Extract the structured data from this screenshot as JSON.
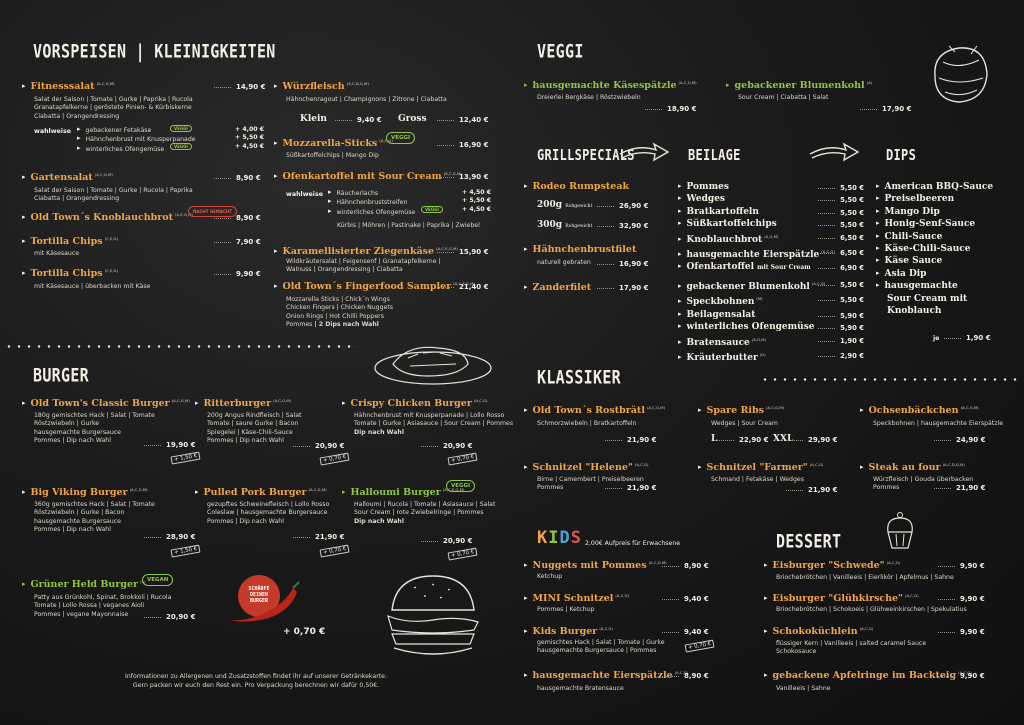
{
  "vorspeisen": {
    "title": "VORSPEISEN | KLEINIGKEITEN",
    "fitness": {
      "name": "Fitnesssalat",
      "al": "(A,C,G,M)",
      "price": "14,90 €",
      "desc1": "Salat der Saison | Tomate | Gurke | Paprika | Rucola",
      "desc2": "Granatapfelkerne | geröstete Pinien- & Kürbiskerne",
      "desc3": "Ciabatta | Orangendressing",
      "wahl": "wahlweise",
      "o1": "gebackener Fetakäse",
      "o1p": "+ 4,00 €",
      "o2": "Hähnchenbrust mit Knusperpanade",
      "o2p": "+ 5,50 €",
      "o3": "winterliches Ofengemüse",
      "o3p": "+ 4,50 €",
      "veggi": "VEGGI"
    },
    "garten": {
      "name": "Gartensalat",
      "al": "(A,C,G,M)",
      "price": "8,90 €",
      "desc1": "Salat der Saison | Tomate | Gurke | Rucola | Paprika",
      "desc2": "Ciabatta | Orangendressing"
    },
    "knob": {
      "name": "Old Town´s Knoblauchbrot",
      "al": "(A,E,G,M)",
      "price": "8,90 €",
      "badge": "NACHT GEMACHT"
    },
    "chips1": {
      "name": "Tortilla Chips",
      "al": "(C,E,G)",
      "price": "7,90 €",
      "desc": "mit Käsesauce"
    },
    "chips2": {
      "name": "Tortilla Chips",
      "al": "(C,E,G)",
      "price": "9,90 €",
      "desc": "mit Käsesauce | überbacken mit Käse"
    },
    "wurz": {
      "name": "Würzfleisch",
      "al": "(A,C,D,G,M)",
      "desc": "Hähnchenragout | Champignons | Zitrone | Ciabatta",
      "klein": "Klein",
      "kp": "9,40 €",
      "gross": "Gross",
      "gp": "12,40 €"
    },
    "mozz": {
      "name": "Mozzarella-Sticks",
      "al": "(A,C,G)",
      "price": "16,90 €",
      "desc": "Süßkartoffelchips | Mango Dip",
      "veggi": "VEGGI"
    },
    "ofen": {
      "name": "Ofenkartoffel mit Sour Cream",
      "al": "(A,C,G,M)",
      "price": "13,90 €",
      "wahl": "wahlweise",
      "o1": "Räucherlachs",
      "o1p": "+ 4,50 €",
      "o2": "Hähnchenbruststreifen",
      "o2p": "+ 5,50 €",
      "o3": "winterliches Ofengemüse",
      "o3p": "+ 4,50 €",
      "desc": "Kürbis | Möhren | Pastinake | Paprika | Zwiebel",
      "veggi": "VEGGI"
    },
    "ziege": {
      "name": "Karamellisierter Ziegenkäse",
      "al": "(A,C,E,G,M)",
      "price": "15,90 €",
      "desc1": "Wildkräutersalat | Feigensenf | Granatapfelkerne |",
      "desc2": "Walnuss | Orangendressing | Ciabatta"
    },
    "finger": {
      "name": "Old Town´s Fingerfood Sampler",
      "al": "(A,C,E,G,M)",
      "price": "21,40 €",
      "desc1": "Mozzarella Sticks | Chick´n Wings",
      "desc2": "Chicken Fingers | Chicken Nuggets",
      "desc3": "Onion Rings | Hot Chilli Poppers",
      "desc4": "Pommes",
      "desc4b": "| 2 Dips nach Wahl"
    }
  },
  "burger": {
    "title": "BURGER",
    "b1": {
      "name": "Old Town's Classic Burger",
      "al": "(A,C,G,M)",
      "d1": "180g gemischtes Hack | Salat | Tomate",
      "d2": "Röstzwiebeln | Gurke",
      "d3": "hausgemachte Burgersauce",
      "d4": "Pommes | Dip nach Wahl",
      "price": "19,90 €",
      "extra": "+ 1,50 €"
    },
    "b2": {
      "name": "Ritterburger",
      "al": "(A,C,G,M)",
      "d1": "200g Angus Rindfleisch | Salat",
      "d2": "Tomate | saure Gurke | Bacon",
      "d3": "Spiegelei | Käse-Chili-Sauce",
      "d4": "Pommes | Dip nach Wahl",
      "price": "20,90 €",
      "extra": "+ 0,70 €"
    },
    "b3": {
      "name": "Crispy Chicken Burger",
      "al": "(A,C,G)",
      "d1": "Hähnchenbrust mit Knusperpanade | Lollo Rosso",
      "d2": "Tomate | Gurke | Asiasauce | Sour Cream | Pommes",
      "d3": "Dip nach Wahl",
      "price": "20,90 €",
      "extra": "+ 0,70 €"
    },
    "b4": {
      "name": "Big Viking Burger",
      "al": "(A,C,G,M)",
      "d1": "360g gemischtes Hack | Salat | Tomate",
      "d2": "Röstzwiebeln | Gurke | Bacon",
      "d3": "hausgemachte Burgersauce",
      "d4": "Pommes | Dip nach Wahl",
      "price": "28,90 €",
      "extra": "+ 1,50 €"
    },
    "b5": {
      "name": "Pulled Pork Burger",
      "al": "(A,C,G,M)",
      "d1": "gezupftes Schweinefleisch | Lollo Rosso",
      "d2": "Coleslaw | hausgemachte Burgersauce",
      "d3": "Pommes | Dip nach Wahl",
      "price": "21,90 €",
      "extra": "+ 0,70 €"
    },
    "b6": {
      "name": "Halloumi Burger",
      "al": "(A,C,E,G,M)",
      "d1": "Halloumi | Rucola | Tomate | Asiasauce | Salat",
      "d2": "Sour Cream | rote Zwiebelringe | Pommes",
      "d3": "Dip nach Wahl",
      "price": "20,90 €",
      "extra": "+ 0,70 €",
      "veggi": "VEGGI"
    },
    "b7": {
      "name": "Grüner Held Burger",
      "al": "(A)",
      "d1": "Patty aus Grünkohl, Spinat, Brokkoli | Rucola",
      "d2": "Tomate | Lollo Rossa | veganes Aioli",
      "d3": "Pommes | vegane Mayonnaise",
      "price": "20,90 €",
      "vegan": "VEGAN"
    },
    "scharf1": "SCHÄRFE",
    "scharf2": "DEINEN",
    "scharf3": "BURGER",
    "scharfp": "+ 0,70 €",
    "note1": "Informationen zu Allergenen und Zusatzstoffen findet ihr auf unserer Getränkekarte.",
    "note2": "Gern packen wir euch den Rest ein. Pro Verpackung berechnen wir dafür 0,50€."
  },
  "veggi": {
    "title": "VEGGI",
    "i1": "hausgemachte Käsespätzle",
    "i1al": "(A,C,G,M)",
    "i1d": "Dreierlei Bergkäse | Röstzwiebeln",
    "i1p": "18,90 €",
    "i2": "gebackener Blumenkohl",
    "i2al": "(A)",
    "i2d": "Sour Cream | Ciabatta | Salat",
    "i2p": "17,90 €"
  },
  "grill": {
    "title": "GRILLSPECIALS",
    "rodeo": "Rodeo Rumpsteak",
    "g200": "200g",
    "g200s": "Rohgewicht",
    "g200p": "26,90 €",
    "g300": "300g",
    "g300s": "Rohgewicht",
    "g300p": "32,90 €",
    "haehn": "Hähnchenbrustfilet",
    "haehnd": "naturell gebraten",
    "haehnp": "16,90 €",
    "zander": "Zanderfilet",
    "zanderp": "17,90 €"
  },
  "beilage": {
    "title": "BEILAGE",
    "items": [
      {
        "n": "Pommes",
        "a": "",
        "p": "5,50 €"
      },
      {
        "n": "Wedges",
        "a": "",
        "p": "5,50 €"
      },
      {
        "n": "Bratkartoffeln",
        "a": "",
        "p": "5,50 €"
      },
      {
        "n": "Süßkartoffelchips",
        "a": "",
        "p": "5,50 €"
      },
      {
        "n": "Knoblauchbrot",
        "a": "(A,G,M)",
        "p": "6,50 €"
      },
      {
        "n": "hausgemachte Eierspätzle",
        "a": "(A,C,G)",
        "p": "6,50 €"
      },
      {
        "n": "Ofenkartoffel",
        "s": "mit Sour Cream",
        "a": "",
        "p": "6,90 €"
      }
    ],
    "items2": [
      {
        "n": "gebackener Blumenkohl",
        "a": "(A,C,G)",
        "p": "5,50 €"
      },
      {
        "n": "Speckbohnen",
        "a": "(M)",
        "p": "5,50 €"
      },
      {
        "n": "Beilagensalat",
        "a": "",
        "p": "5,90 €"
      },
      {
        "n": "winterliches Ofengemüse",
        "a": "",
        "p": "5,90 €"
      },
      {
        "n": "Bratensauce",
        "a": "(A,G,M)",
        "p": "1,90 €"
      },
      {
        "n": "Kräuterbutter",
        "a": "(G)",
        "p": "2,90 €"
      }
    ]
  },
  "dips": {
    "title": "DIPS",
    "items": [
      "American BBQ-Sauce",
      "Preiselbeeren",
      "Mango Dip",
      "Honig-Senf-Sauce",
      "Chili-Sauce",
      "Käse-Chili-Sauce",
      "Käse Sauce",
      "Asia Dip",
      "hausgemachte",
      "Sour Cream mit",
      "Knoblauch"
    ],
    "je": "je",
    "price": "1,90 €"
  },
  "klassiker": {
    "title": "KLASSIKER",
    "k1": {
      "n": "Old Town´s Rostbrätl",
      "a": "(A,C,G,M)",
      "d": "Schmorzwiebeln | Bratkartoffeln",
      "p": "21,90 €"
    },
    "k2": {
      "n": "Spare Ribs",
      "a": "(A,C,G,M)",
      "d": "Wedges | Sour Cream",
      "l": "L",
      "lp": "22,90 €",
      "xxl": "XXL",
      "xp": "29,90 €"
    },
    "k3": {
      "n": "Ochsenbäckchen",
      "a": "(A,C,G,M)",
      "d": "Speckbohnen | hausgemachte Eierspätzle",
      "p": "24,90 €"
    },
    "k4": {
      "n": "Schnitzel \"Helene\"",
      "a": "(A,C,G)",
      "d1": "Birne | Camembert | Preiselbeeren",
      "d2": "Pommes",
      "p": "21,90 €"
    },
    "k5": {
      "n": "Schnitzel \"Farmer\"",
      "a": "(A,C,G)",
      "d": "Schmand | Fetakäse | Wedges",
      "p": "21,90 €"
    },
    "k6": {
      "n": "Steak au four",
      "a": "(A,C,D,G,M)",
      "d1": "Würzfleisch | Gouda überbacken",
      "d2": "Pommes",
      "p": "21,90 €"
    }
  },
  "kids": {
    "title": "KIDS",
    "sub": "2,00€ Aufpreis für Erwachsene",
    "i1": {
      "n": "Nuggets mit Pommes",
      "a": "(A,C,G,M)",
      "d": "Ketchup",
      "p": "8,90 €"
    },
    "i2": {
      "n": "MINI Schnitzel",
      "a": "(A,C,G)",
      "d": "Pommes | Ketchup",
      "p": "9,40 €"
    },
    "i3": {
      "n": "Kids Burger",
      "a": "(A,C,G)",
      "d1": "gemischtes Hack | Salat | Tomate | Gurke",
      "d2": "hausgemachte Burgersauce | Pommes",
      "p": "9,40 €",
      "extra": "+ 0,70 €"
    },
    "i4": {
      "n": "hausgemachte Eierspätzle",
      "a": "(A,C,G)",
      "d": "hausgemachte Bratensauce",
      "p": "8,90 €"
    }
  },
  "dessert": {
    "title": "DESSERT",
    "i1": {
      "n": "Eisburger \"Schwede\"",
      "a": "(A,C,G)",
      "d": "Briochebrötchen | Vanilleeis | Eierlikör | Apfelmus | Sahne",
      "p": "9,90 €"
    },
    "i2": {
      "n": "Eisburger \"Glühkirsche\"",
      "a": "(A,C,G)",
      "d": "Briochebrötchen | Schokoeis | Glühweinkirschen | Spekulatius",
      "p": "9,90 €"
    },
    "i3": {
      "n": "Schokoküchlein",
      "a": "(A,C,G)",
      "d1": "flüssiger Kern | Vanilleeis | salted caramel Sauce",
      "d2": "Schokosauce",
      "p": "9,90 €"
    },
    "i4": {
      "n": "gebackene Apfelringe im Backteig",
      "a": "(A,C,G)",
      "d": "Vanilleeis | Sahne",
      "p": "9,90 €"
    }
  },
  "colors": {
    "orange": "#f0a548",
    "green": "#8fc743",
    "chalk": "#f3efe5"
  }
}
